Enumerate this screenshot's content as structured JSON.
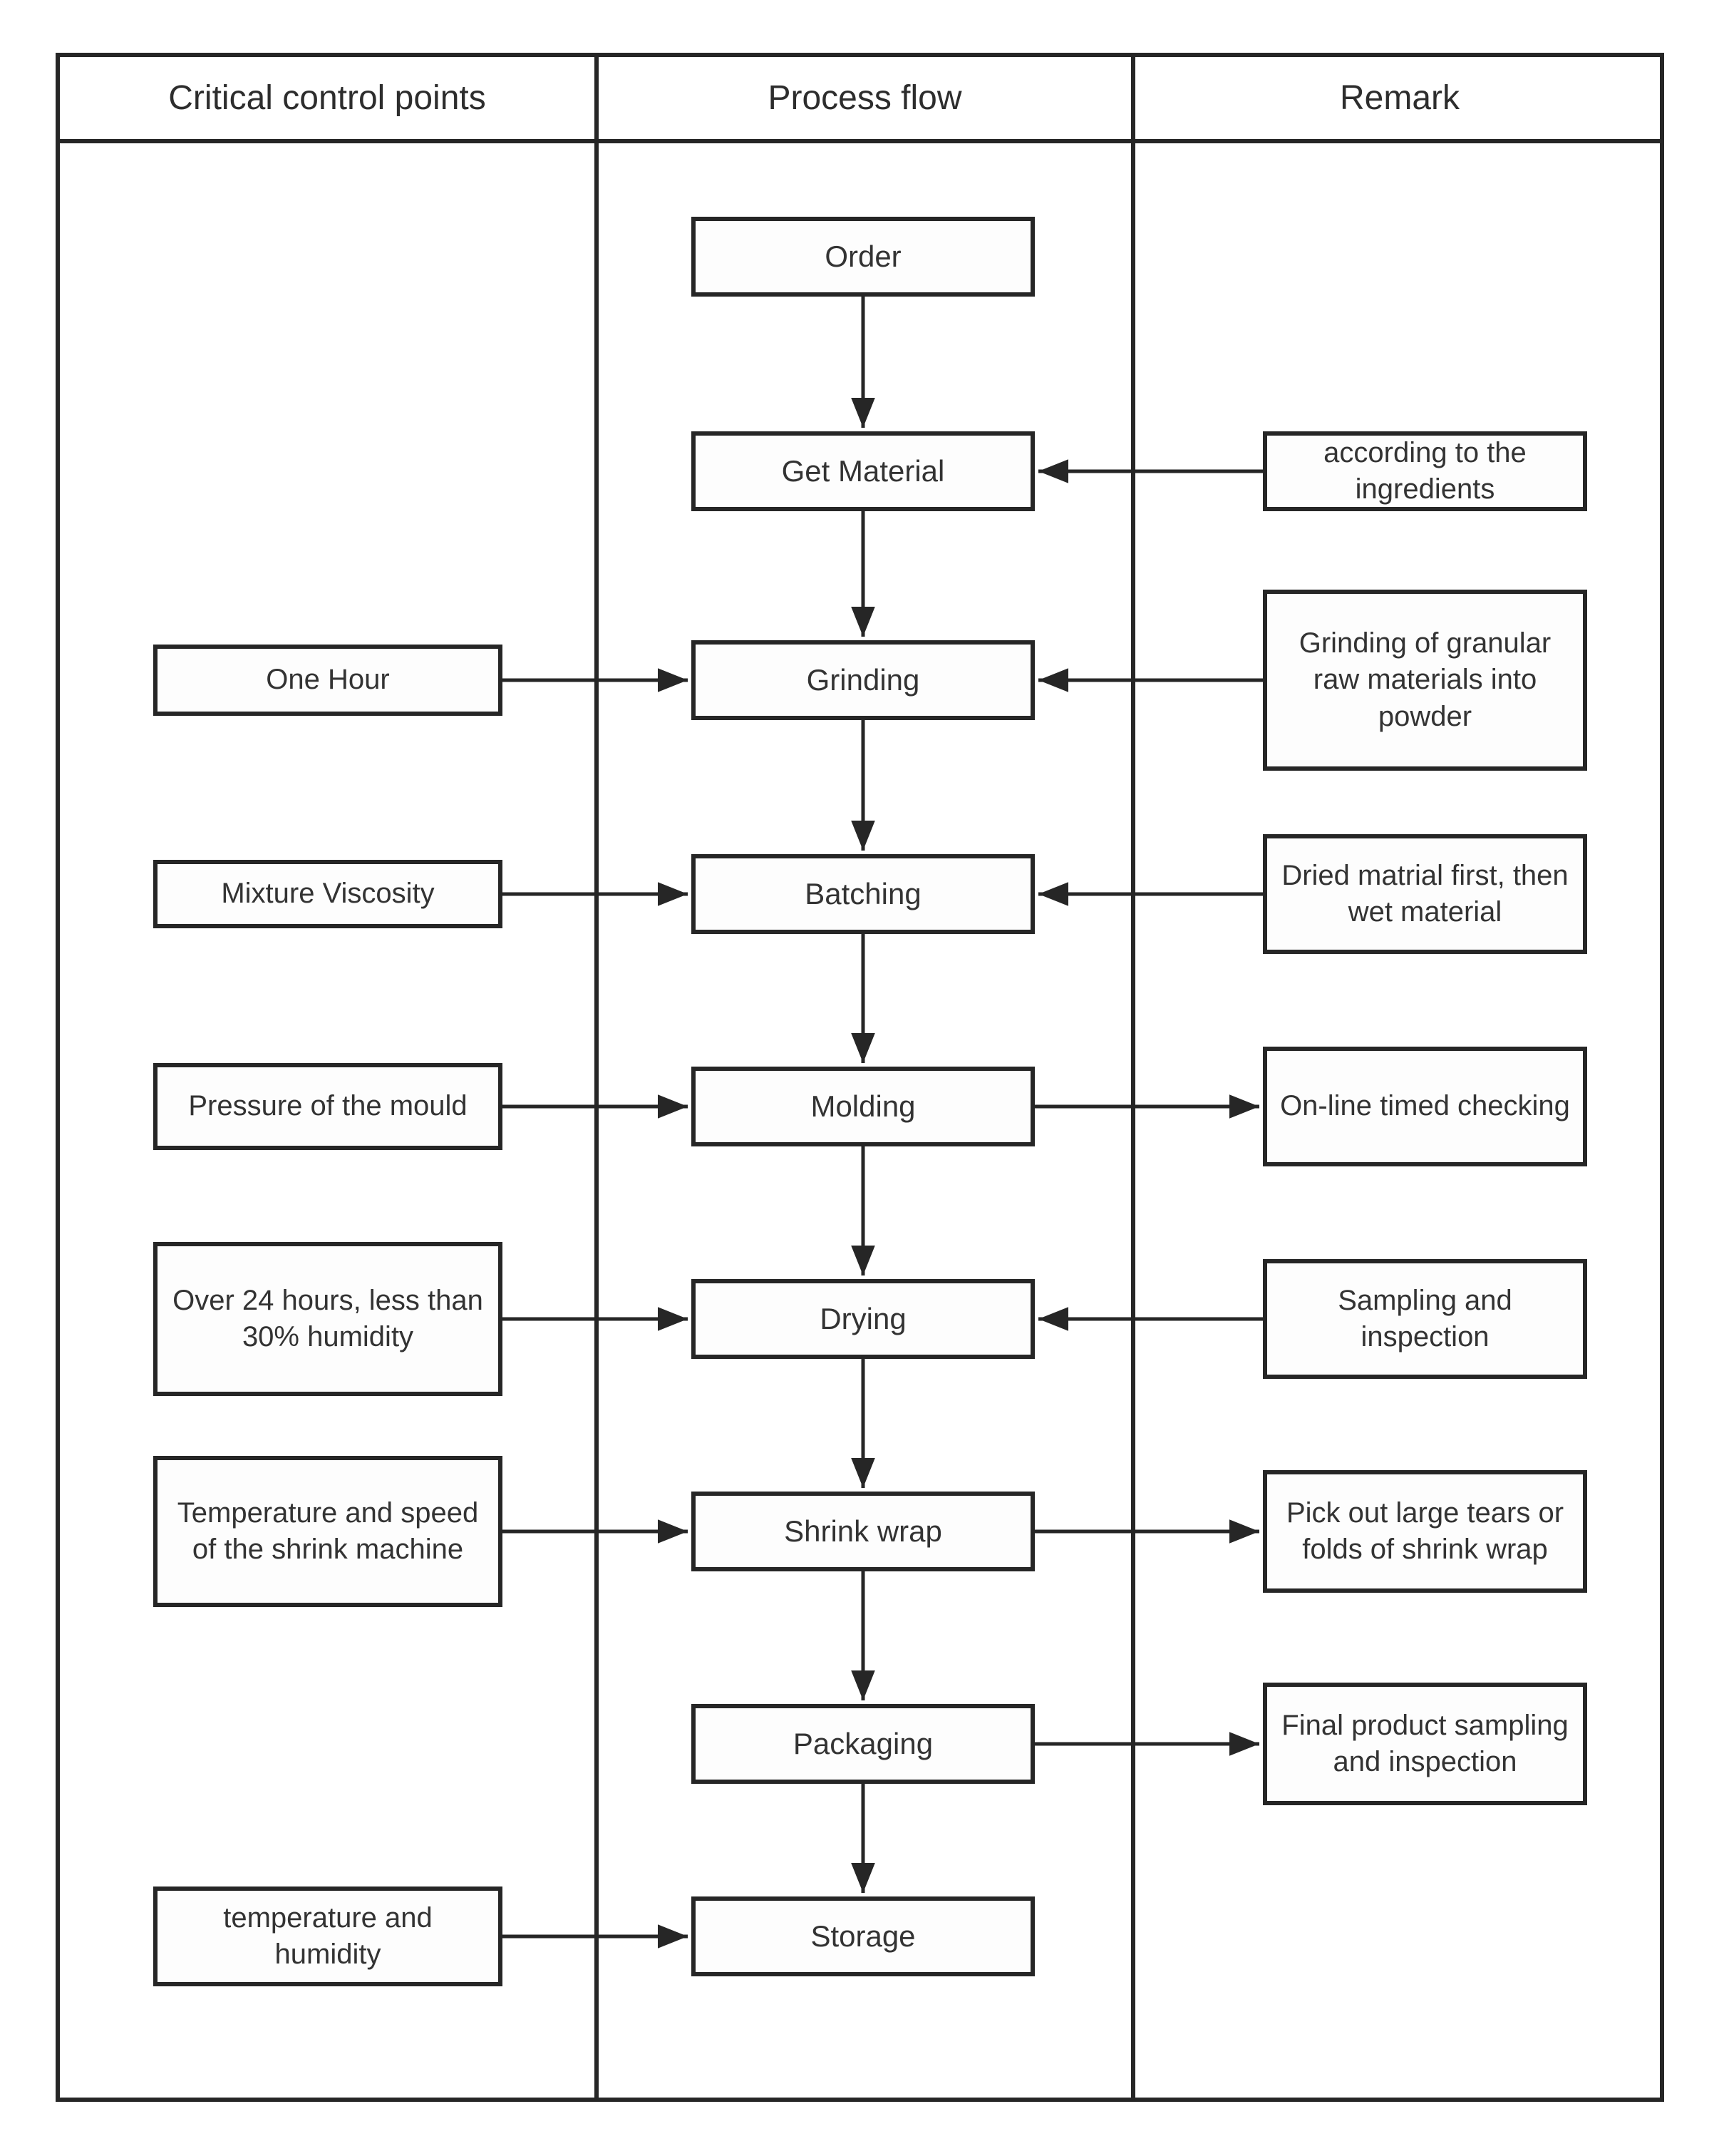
{
  "header": {
    "critical": "Critical control points",
    "process": "Process flow",
    "remark": "Remark"
  },
  "process_steps": {
    "order": "Order",
    "get_material": "Get Material",
    "grinding": "Grinding",
    "batching": "Batching",
    "molding": "Molding",
    "drying": "Drying",
    "shrink_wrap": "Shrink wrap",
    "packaging": "Packaging",
    "storage": "Storage"
  },
  "control_points": {
    "grinding": "One Hour",
    "batching": "Mixture Viscosity",
    "molding": "Pressure of the mould",
    "drying": "Over 24 hours, less than 30% humidity",
    "shrink_wrap": "Temperature and speed of the shrink machine",
    "storage": "temperature and humidity"
  },
  "remarks": {
    "get_material": "according to the ingredients",
    "grinding": "Grinding of granular raw materials into powder",
    "batching": "Dried matrial first, then wet material",
    "molding": "On-line timed checking",
    "drying": "Sampling and inspection",
    "shrink_wrap": "Pick out large tears or folds of shrink wrap",
    "packaging": "Final product sampling and inspection"
  },
  "colors": {
    "line": "#262626",
    "text": "#333333",
    "background": "#ffffff"
  }
}
